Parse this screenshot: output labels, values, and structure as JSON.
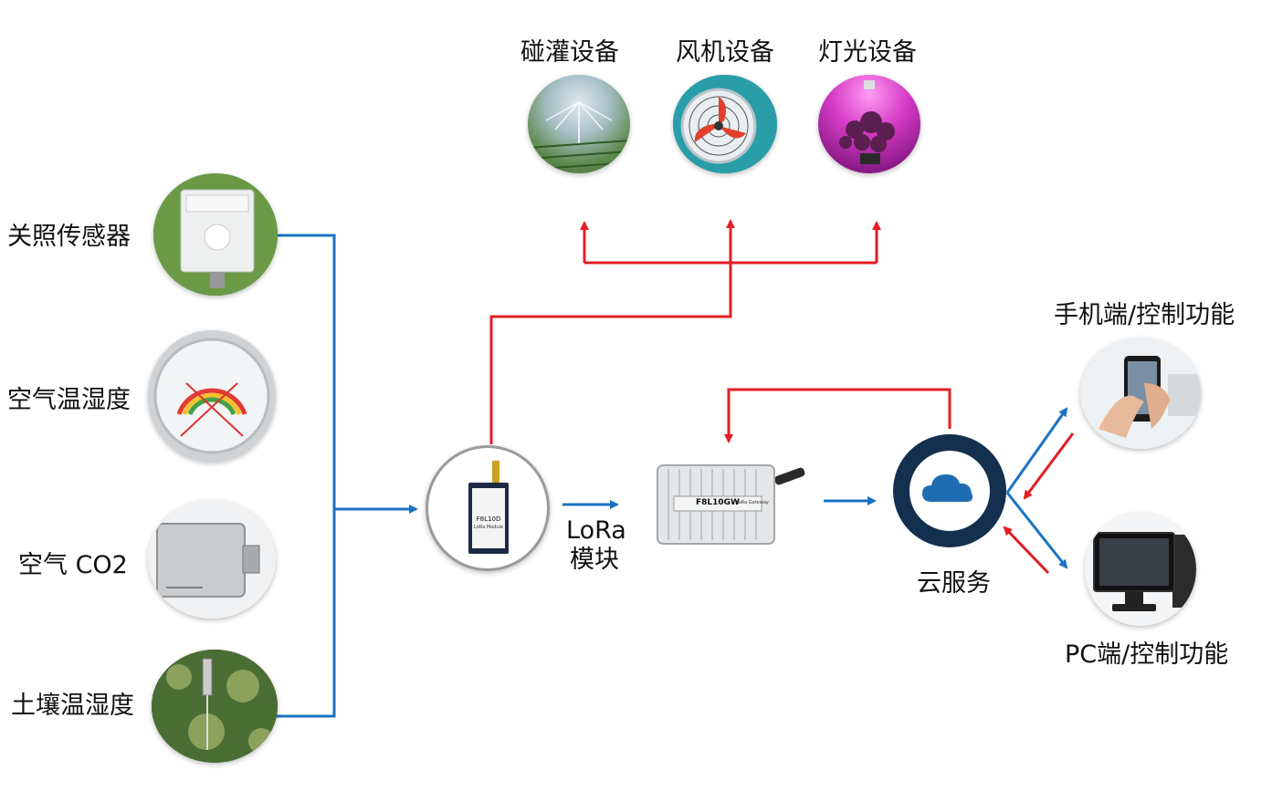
{
  "sensors": [
    {
      "label": "关照传感器",
      "icon": "light-sensor-icon"
    },
    {
      "label": "空气温湿度",
      "icon": "air-humidity-gauge-icon"
    },
    {
      "label": "空气 CO2",
      "icon": "co2-sensor-icon"
    },
    {
      "label": "土壤温湿度",
      "icon": "soil-sensor-icon"
    }
  ],
  "devices": [
    {
      "label": "碰灌设备",
      "icon": "irrigation-icon"
    },
    {
      "label": "风机设备",
      "icon": "fan-icon"
    },
    {
      "label": "灯光设备",
      "icon": "grow-light-icon"
    }
  ],
  "lora_module": {
    "label_line1": "LoRa",
    "label_line2": "模块",
    "chip_text": "F8L10D",
    "chip_sub": "LoRa Module"
  },
  "gateway": {
    "model_text": "F8L10GW",
    "sub_text": "LoRa Gateway"
  },
  "cloud": {
    "label": "云服务"
  },
  "clients": [
    {
      "label": "手机端/控制功能",
      "icon": "smartphone-icon"
    },
    {
      "label": "PC端/控制功能",
      "icon": "monitor-icon"
    }
  ],
  "colors": {
    "uplink": "#1a73c2",
    "downlink": "#e31e24",
    "cloud_ring": "#13304f"
  }
}
